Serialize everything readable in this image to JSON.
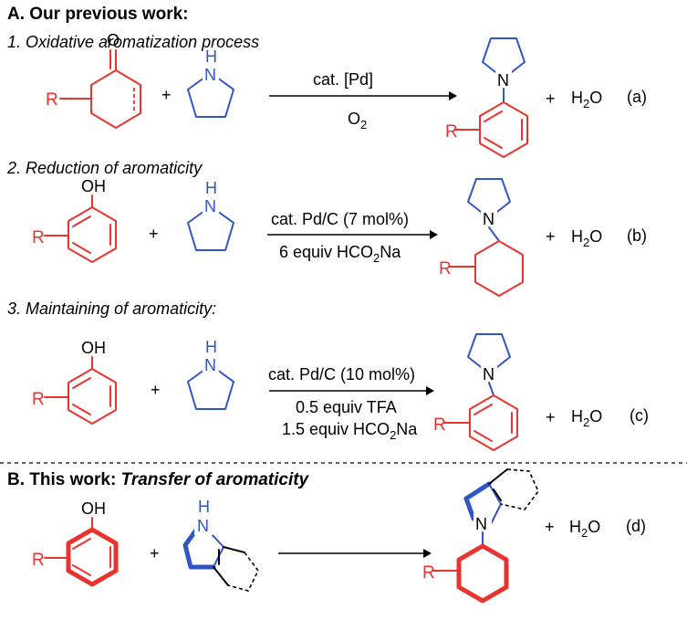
{
  "sectionA": {
    "heading": "A. Our previous work:",
    "step1": "1. Oxidative aromatization process",
    "step2": "2. Reduction of aromaticity",
    "step3": "3. Maintaining of aromaticity:"
  },
  "sectionB": {
    "heading_prefix": "B. This work: ",
    "heading_emph": "Transfer of aromaticity"
  },
  "atoms": {
    "O": "O",
    "OH": "OH",
    "N": "N",
    "H": "H",
    "R": "R"
  },
  "reactions": {
    "a": {
      "above": "cat. [Pd]",
      "below_main": "O",
      "below_sub": "2",
      "tag": "(a)"
    },
    "b": {
      "above": "cat. Pd/C (7 mol%)",
      "below_pre": "6 equiv HCO",
      "below_sub": "2",
      "below_post": "Na",
      "tag": "(b)"
    },
    "c": {
      "above": "cat. Pd/C (10 mol%)",
      "below1": "0.5 equiv TFA",
      "below2_pre": "1.5 equiv HCO",
      "below2_sub": "2",
      "below2_post": "Na",
      "tag": "(c)"
    },
    "d": {
      "tag": "(d)"
    }
  },
  "byproduct": {
    "plus": "+",
    "h": "H",
    "sub": "2",
    "o": "O"
  },
  "colors": {
    "substrate": "#e8342f",
    "amine": "#3156c4",
    "text": "#000000"
  }
}
